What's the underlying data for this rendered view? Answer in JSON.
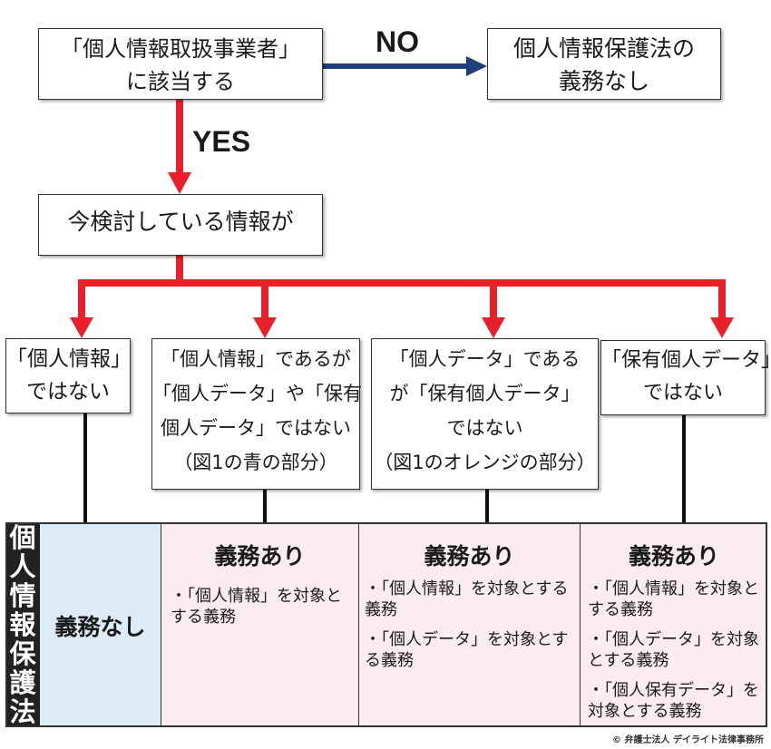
{
  "flow": {
    "start_box": {
      "line1": "「個人情報取扱事業者」",
      "line2": "に該当する"
    },
    "no_label": "NO",
    "no_result": {
      "line1": "個人情報保護法の",
      "line2": "義務なし"
    },
    "yes_label": "YES",
    "question_box": "今検討している情報が"
  },
  "categories": [
    {
      "lines": [
        "「個人情報」",
        "ではない"
      ]
    },
    {
      "lines": [
        "「個人情報」であるが",
        "「個人データ」や「保有",
        "個人データ」ではない",
        "（図1の青の部分）"
      ]
    },
    {
      "lines": [
        "「個人データ」である",
        "が「保有個人データ」",
        "ではない",
        "（図1のオレンジの部分）"
      ]
    },
    {
      "lines": [
        "「保有個人データ」",
        "ではない"
      ]
    }
  ],
  "table": {
    "row_label": [
      "個",
      "人",
      "情",
      "報",
      "保",
      "護",
      "法"
    ],
    "cells": [
      {
        "title": "義務なし",
        "items": [],
        "color": "#dcebf8"
      },
      {
        "title": "義務あり",
        "items": [
          "・「個人情報」を対象とする義務"
        ],
        "color": "#fbecf2"
      },
      {
        "title": "義務あり",
        "items": [
          "・「個人情報」を対象とする義務",
          "・「個人データ」を対象とする義務"
        ],
        "color": "#fbecf2"
      },
      {
        "title": "義務あり",
        "items": [
          "・「個人情報」を対象とする義務",
          "・「個人データ」を対象とする義務",
          "・「個人保有データ」を対象とする義務"
        ],
        "color": "#fbecf2"
      }
    ]
  },
  "credit": "© 弁護士法人 デイライト法律事務所",
  "colors": {
    "red_arrow": "#e8202a",
    "blue_arrow": "#1f3f7a",
    "dark_label": "#222222"
  }
}
